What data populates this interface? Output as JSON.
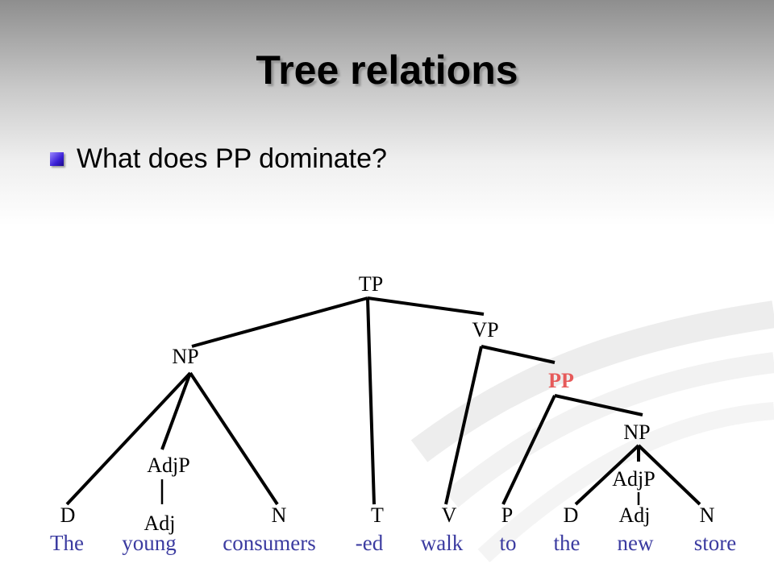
{
  "slide": {
    "title": "Tree relations",
    "bullet": "What does PP dominate?"
  },
  "tree": {
    "nodes": {
      "tp": "TP",
      "np_subject": "NP",
      "vp": "VP",
      "pp": "PP",
      "np_object": "NP",
      "adjp_subject": "AdjP",
      "adjp_object": "AdjP",
      "d_1": "D",
      "adj_1": "Adj",
      "n_1": "N",
      "t": "T",
      "v": "V",
      "p": "P",
      "d_2": "D",
      "adj_2": "Adj",
      "n_2": "N"
    },
    "words": [
      "The",
      "young",
      "consumers",
      "-ed",
      "walk",
      "to",
      "the",
      "new",
      "store"
    ],
    "colors": {
      "highlight": "#e65a5a",
      "words": "#3b3ba0"
    }
  }
}
